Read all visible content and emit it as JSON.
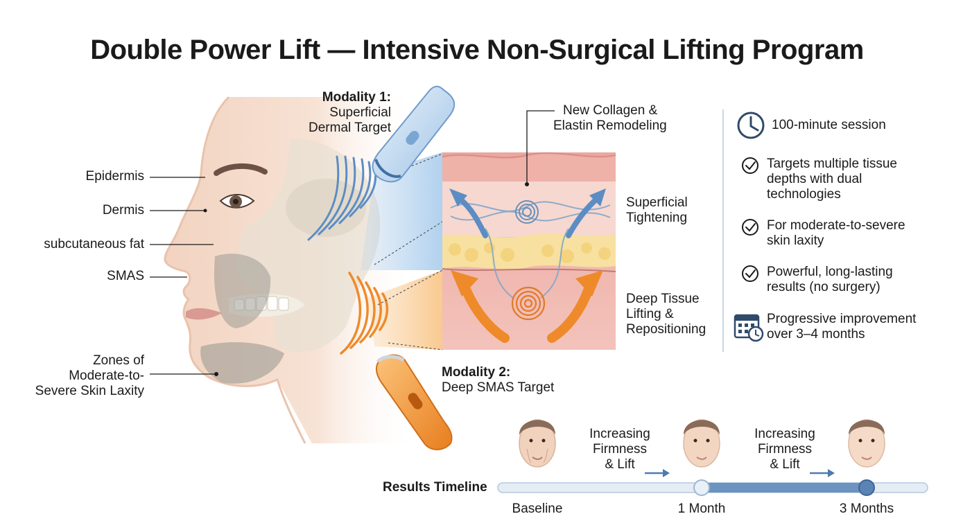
{
  "title": "Double Power Lift — Intensive Non-Surgical Lifting Program",
  "layers": {
    "epidermis": "Epidermis",
    "dermis": "Dermis",
    "fat": "subcutaneous fat",
    "smas": "SMAS",
    "laxity": [
      "Zones of",
      "Moderate-to-",
      "Severe Skin Laxity"
    ]
  },
  "modality1": {
    "heading": "Modality 1:",
    "lines": [
      "Superficial",
      "Dermal Target"
    ]
  },
  "modality2": {
    "heading": "Modality 2:",
    "line": "Deep SMAS Target"
  },
  "cross_section": {
    "collagen": [
      "New Collagen &",
      "Elastin Remodeling"
    ],
    "superficial": [
      "Superficial",
      "Tightening"
    ],
    "deep": [
      "Deep Tissue",
      "Lifting &",
      "Repositioning"
    ]
  },
  "features": {
    "session": "100-minute session",
    "items": [
      [
        "Targets multiple tissue",
        "depths with dual",
        "technologies"
      ],
      [
        "For moderate-to-severe",
        "skin laxity"
      ],
      [
        "Powerful, long-lasting",
        "results (no surgery)"
      ]
    ],
    "progress": [
      "Progressive improvement",
      "over 3–4 months"
    ]
  },
  "timeline": {
    "label": "Results Timeline",
    "step_text": [
      "Increasing",
      "Firmness",
      "& Lift"
    ],
    "milestones": [
      "Baseline",
      "1 Month",
      "3 Months"
    ]
  },
  "colors": {
    "ultrasound_blue": "#5b8dc4",
    "ultrasound_orange": "#ef8a2a",
    "timeline_fill": "#6d93c0",
    "icon_dark": "#2f4a6b"
  },
  "icons": [
    "clock-icon",
    "check-circle-icon",
    "calendar-clock-icon",
    "arrow-right-icon"
  ]
}
